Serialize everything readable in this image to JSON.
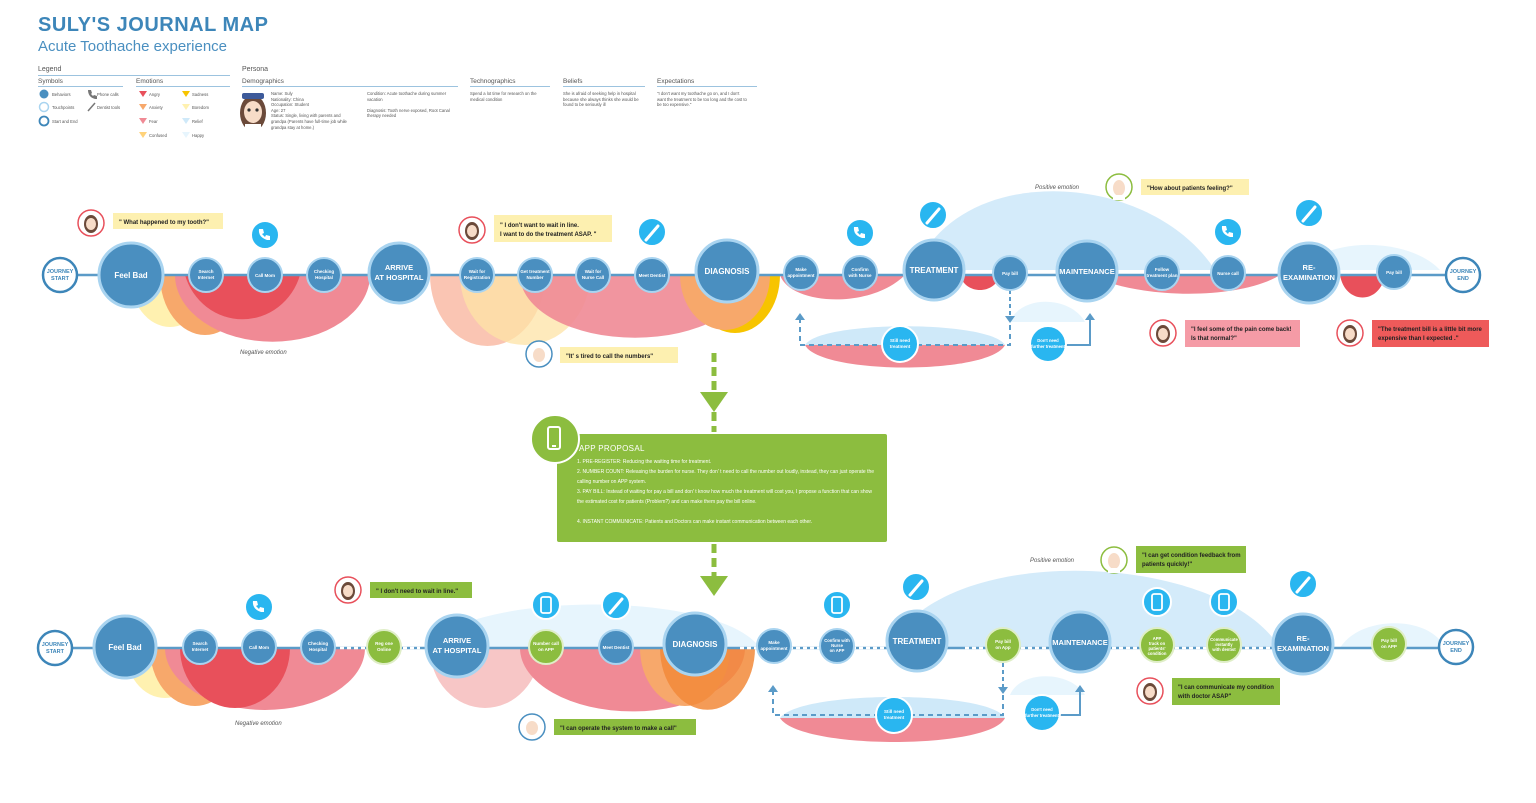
{
  "header": {
    "title": "SULY'S JOURNAL MAP",
    "subtitle": "Acute Toothache experience"
  },
  "legend": {
    "title": "Legend",
    "symbols_title": "Symbols",
    "emotions_title": "Emotions",
    "symbols": [
      "Behaviors",
      "Touchpoints",
      "Start and End",
      "Phone calls",
      "Dentist tools"
    ],
    "emotions": [
      "Angry",
      "Anxiety",
      "Fear",
      "Confused",
      "Sadness",
      "Boredom",
      "Relief",
      "Happy"
    ]
  },
  "persona": {
    "title": "Persona",
    "demographics_title": "Demographics",
    "demographics_lines": [
      "Name: Suly",
      "Nationality: China",
      "Occupation: Student",
      "Age: 27",
      "Status: Single, living with parents and",
      "grandpa (Parents have full-time job while",
      "grandpa stay at home.)"
    ],
    "condition_lines": [
      "Condition: Acute toothache during summer",
      "vacation",
      "",
      "Diagnosis: Tooth nerve exposed, Root Canal",
      "therapy needed"
    ],
    "technographics_title": "Technographics",
    "technographics_lines": [
      "Spend a lot time for research on the",
      "medical condition"
    ],
    "beliefs_title": "Beliefs",
    "beliefs_lines": [
      "She is afraid of seeking help in hospital",
      "because she always thinks she would be",
      "found to be seriously ill"
    ],
    "expectations_title": "Expectations",
    "expectations_lines": [
      "\"I don't want my toothache go on, and I don't",
      "want the treatment to be too long and the cost to",
      "be too expensive.\""
    ]
  },
  "journey1": {
    "nodes": [
      "JOURNEY START",
      "Feel Bad",
      "Search Internet",
      "Call Mom",
      "Checking Hospital",
      "ARRIVE AT HOSPITAL",
      "Wait for Registration",
      "Get treatment Number",
      "Wait for Nurse Call",
      "Meet Dentist",
      "DIAGNOSIS",
      "Make appointment",
      "Confirm with Nurse",
      "TREATMENT",
      "Pay bill",
      "MAINTENANCE",
      "Follow treatment plan",
      "Nurse call",
      "RE-EXAMINATION",
      "Pay bill",
      "JOURNEY END",
      "Still need treatment",
      "Don't need further treatment"
    ],
    "quotes": [
      "\" What happened to my tooth?\"",
      "\" I don't want to wait in line. I want to do the treatment ASAP. \"",
      "\"It' s tired to call the numbers\"",
      "\"How about patients feeling?\"",
      "\"I feel some of the pain come back! Is that normal?\"",
      "\"The treatment bill is a little bit more expensive than I expected .\""
    ],
    "positive_label": "Positive emotion",
    "negative_label": "Negative emotion"
  },
  "proposal": {
    "title": "APP PROPOSAL",
    "items": [
      {
        "key": "1. PRE-REGISTER:",
        "text": "Reducing the waiting time for treatment."
      },
      {
        "key": "2. NUMBER COUNT:",
        "text": "Releasing the burden for nurse. They don' t need to call the number out loudly, instead, they can just operate the calling number on APP system."
      },
      {
        "key": "3. PAY BILL:",
        "text": "Instead of waiting for pay a bill and don' t know how much the treatment will cost you, I propose a function that can show the estimated cost for patients (Problem?) and can make them pay the bill online."
      },
      {
        "key": "4. INSTANT COMMUNICATE:",
        "text": "Patients and Doctors can make instant communication between each other."
      }
    ]
  },
  "journey2": {
    "nodes": [
      "JOURNEY START",
      "Feel Bad",
      "Search Internet",
      "Call Mom",
      "Checking Hospital",
      "Reg one Online",
      "ARRIVE AT HOSPITAL",
      "Number call on APP",
      "Meet Dentist",
      "DIAGNOSIS",
      "Make appointment",
      "Confirm with Nurse on APP",
      "TREATMENT",
      "Pay bill on App",
      "MAINTENANCE",
      "APP track on patients' condition",
      "Communicate instantly with dentist",
      "RE-EXAMINATION",
      "Pay bill on APP",
      "JOURNEY END",
      "Still need treatment",
      "Don't need further treatment"
    ],
    "quotes": [
      "\" I don't need to wait in line.\"",
      "\"I can operate the system to make a call\"",
      "\"I can get condition feedback from patients quickly!\"",
      "\"I can communicate my condition with doctor ASAP\""
    ],
    "positive_label": "Positive emotion",
    "negative_label": "Negative emotion"
  },
  "colors": {
    "node": "#4a8fc0",
    "node_ring": "#a9d4f0",
    "line": "#5b9bc8",
    "angry": "#e8505b",
    "fear": "#f08a95",
    "anxiety": "#f7a86b",
    "confused": "#ffd27a",
    "sadness": "#f7c400",
    "boredom": "#fff1b0",
    "relief": "#cfe9f9",
    "happy": "#e7f5fd",
    "touchpoint": "#29b6f0",
    "app_node": "#8cbd3f",
    "quote_yellow": "#fdf0b0",
    "quote_pink": "#f59ba6",
    "quote_red": "#ee5a5a",
    "quote_green": "#8cbd3f"
  }
}
